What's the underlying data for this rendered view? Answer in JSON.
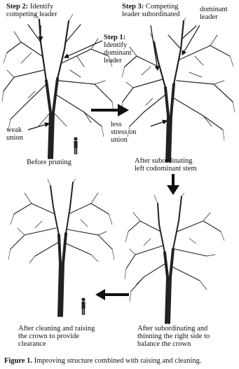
{
  "labels": {
    "step2_bold": "Step 2:",
    "step2_line1_rest": "Identify",
    "step2_line2": "competing leader",
    "step3_bold": "Step 3:",
    "step3_line1_rest": "Competing",
    "step3_line2": "leader subordinated",
    "dominant_leader_line1": "dominant",
    "dominant_leader_line2": "leader",
    "step1_bold_line1": "Step 1:",
    "step1_line2": "Identify",
    "step1_line3": "dominant",
    "step1_line4": "leader",
    "weak_union_line1": "weak",
    "weak_union_line2": "union",
    "less_stress_line1": "less",
    "less_stress_line2": "stress on",
    "less_stress_line3": "union",
    "before_pruning": "Before pruning",
    "after_subordinating_line1": "After subordinating",
    "after_subordinating_line2": "left codominant stem",
    "after_cleaning_line1": "After cleaning and raising",
    "after_cleaning_line2": "the crown to provide",
    "after_cleaning_line3": "clearance",
    "after_thinning_line1": "After subordinating and",
    "after_thinning_line2": "thinning the right side to",
    "after_thinning_line3": "balance the crown"
  },
  "caption": {
    "figure_label": "Figure 1.",
    "text": " Improving structure combined with raising and cleaning."
  },
  "colors": {
    "ink": "#111111",
    "background": "#ffffff"
  }
}
